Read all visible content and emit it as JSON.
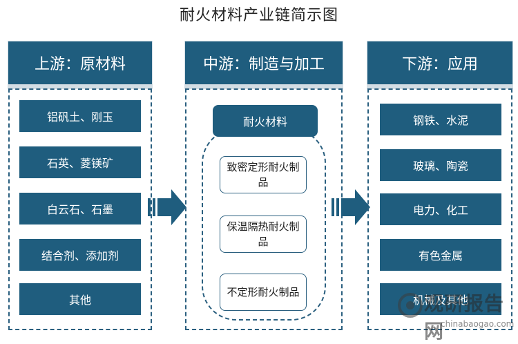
{
  "title": "耐火材料产业链简示图",
  "columns": {
    "upstream": {
      "header": "上游：原材料",
      "items": [
        "铝矾土、刚玉",
        "石英、菱镁矿",
        "白云石、石墨",
        "结合剂、添加剂",
        "其他"
      ]
    },
    "midstream": {
      "header": "中游：制造与加工",
      "group_label": "耐火材料",
      "products": [
        "致密定形耐火制品",
        "保温隔热耐火制品",
        "不定形耐火制品"
      ]
    },
    "downstream": {
      "header": "下游：应用",
      "items": [
        "钢铁、水泥",
        "玻璃、陶瓷",
        "电力、化工",
        "有色金属",
        "机械及其他"
      ]
    }
  },
  "watermark": {
    "main": "观研报告网",
    "sub": "chinabaogao.com"
  },
  "colors": {
    "primary": "#1f5d7e",
    "border": "#2a5f7f"
  }
}
